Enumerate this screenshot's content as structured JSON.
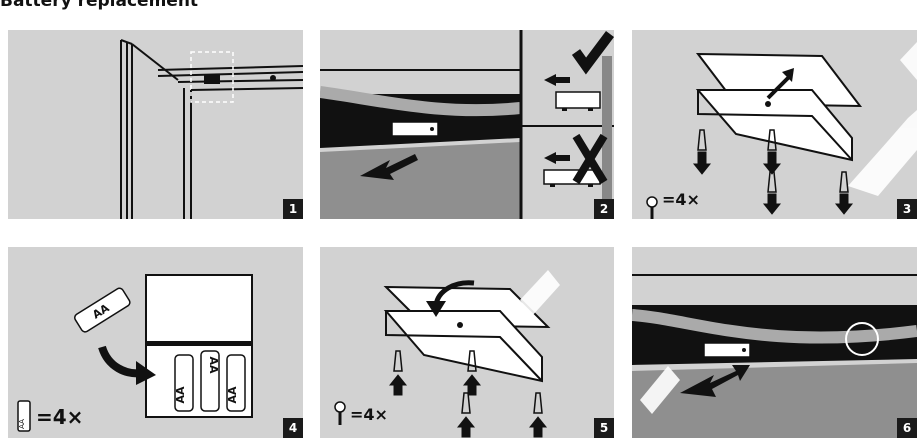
{
  "title": "Battery replacement",
  "steps": [
    {
      "number": "1"
    },
    {
      "number": "2"
    },
    {
      "number": "3",
      "quantity": "=4×"
    },
    {
      "number": "4",
      "quantity": "=4×",
      "battery_label": "AA"
    },
    {
      "number": "5",
      "quantity": "=4×"
    },
    {
      "number": "6"
    }
  ],
  "icons": {
    "correct": "check-mark-icon",
    "incorrect": "cross-mark-icon",
    "screw": "screw-icon",
    "battery": "aa-battery-icon"
  }
}
